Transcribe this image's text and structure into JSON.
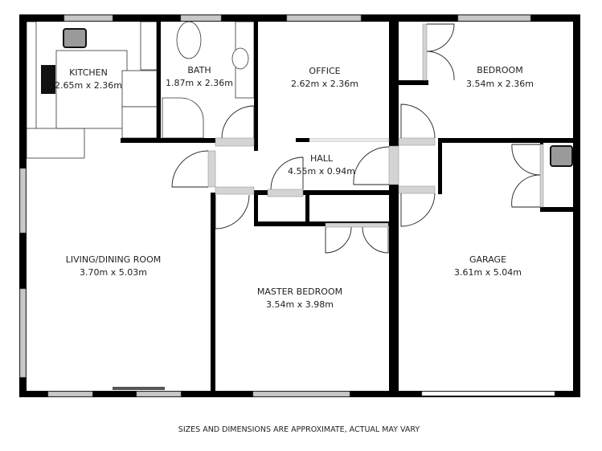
{
  "rooms": {
    "kitchen": {
      "name": "KITCHEN",
      "size": "2.65m x 2.36m"
    },
    "bath": {
      "name": "BATH",
      "size": "1.87m x 2.36m"
    },
    "office": {
      "name": "OFFICE",
      "size": "2.62m x 2.36m"
    },
    "bedroom": {
      "name": "BEDROOM",
      "size": "3.54m x 2.36m"
    },
    "hall": {
      "name": "HALL",
      "size": "4.55m x 0.94m"
    },
    "living": {
      "name": "LIVING/DINING ROOM",
      "size": "3.70m x 5.03m"
    },
    "master": {
      "name": "MASTER BEDROOM",
      "size": "3.54m x 3.98m"
    },
    "garage": {
      "name": "GARAGE",
      "size": "3.61m x 5.04m"
    }
  },
  "footnote": "SIZES AND DIMENSIONS ARE APPROXIMATE, ACTUAL MAY VARY",
  "colors": {
    "wall": "#000000",
    "window": "#c8c8c8",
    "sink": "#9a9a9a"
  }
}
